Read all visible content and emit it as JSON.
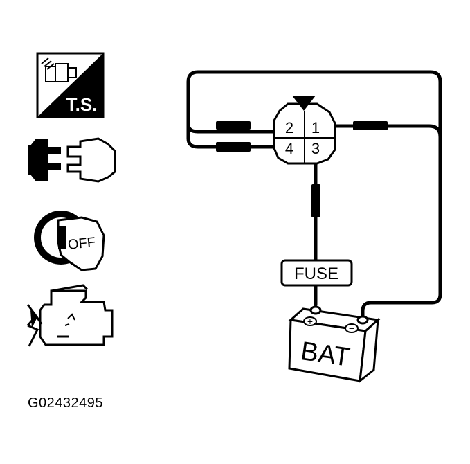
{
  "icons": {
    "ts_badge": {
      "text": "T.S.",
      "icon": "troubleshooting-icon"
    },
    "connector": {
      "icon": "disconnect-connector-icon"
    },
    "ignition": {
      "text": "OFF",
      "icon": "ignition-key-off-icon"
    },
    "engine": {
      "icon": "engine-icon"
    }
  },
  "connector": {
    "pins": [
      "2",
      "1",
      "4",
      "3"
    ]
  },
  "fuse": {
    "label": "FUSE"
  },
  "battery": {
    "label": "BAT",
    "plus": "+",
    "minus": "−"
  },
  "figure_code": "G02432495"
}
